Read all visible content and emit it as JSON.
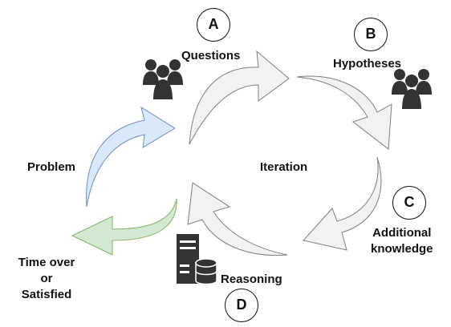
{
  "steps": [
    {
      "letter": "A",
      "label": "Questions"
    },
    {
      "letter": "B",
      "label": "Hypotheses"
    },
    {
      "letter": "C",
      "label": "Additional knowledge"
    },
    {
      "letter": "D",
      "label": "Reasoning"
    }
  ],
  "labels": {
    "center": "Iteration",
    "entry": "Problem",
    "exit_line1": "Time over",
    "exit_line2": "or",
    "exit_line3": "Satisfied",
    "c_line1": "Additional",
    "c_line2": "knowledge"
  },
  "icons": {
    "a": "people-group-icon",
    "b": "people-group-icon",
    "d": "database-server-icon"
  },
  "colors": {
    "cycle_arrow": "#f2f2f2",
    "entry_arrow": "#dae8fc",
    "exit_arrow": "#d5e8d4",
    "icon": "#333333"
  }
}
